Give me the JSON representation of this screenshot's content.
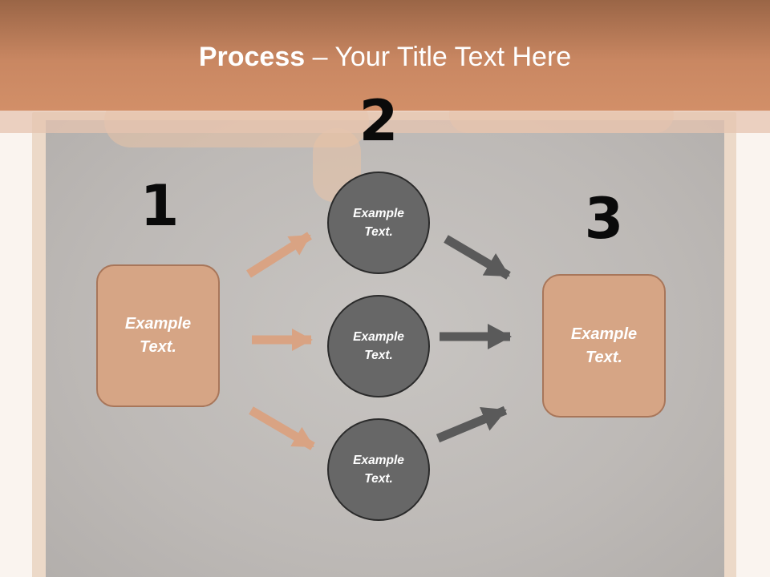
{
  "title": {
    "strong": "Process",
    "rest": " – Your Title Text Here"
  },
  "steps": {
    "number_1": "1",
    "number_2": "2",
    "number_3": "3"
  },
  "boxes": {
    "left": {
      "line1": "Example",
      "line2": "Text."
    },
    "right": {
      "line1": "Example",
      "line2": "Text."
    }
  },
  "circles": [
    {
      "line1": "Example",
      "line2": "Text."
    },
    {
      "line1": "Example",
      "line2": "Text."
    },
    {
      "line1": "Example",
      "line2": "Text."
    }
  ],
  "colors": {
    "title_bar": "#c98762",
    "box_fill": "#d6a585",
    "box_border": "#a8765a",
    "circle_fill": "#676767",
    "arrow_in": "#d9a383",
    "arrow_out": "#5a5a5a",
    "board": "#bdb9b6"
  }
}
